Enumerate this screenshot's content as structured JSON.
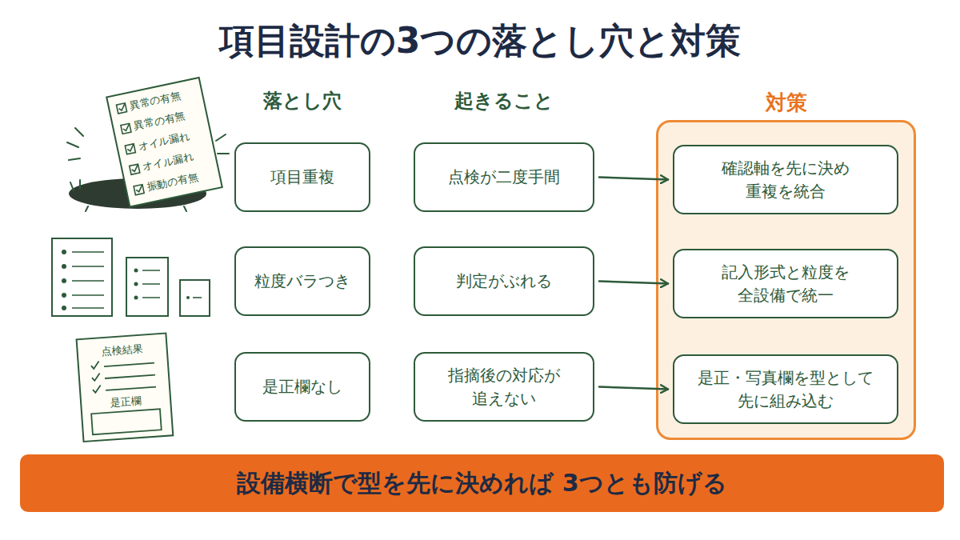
{
  "diagram": {
    "title": "項目設計の3つの落とし穴と対策",
    "nodes": [
      {
        "text": [
          "項目重複"
        ]
      },
      {
        "text": [
          "点検が二度手間"
        ]
      },
      {
        "text": [
          "対策"
        ]
      },
      {
        "text": [
          "確認軸を先に決め 重複を統合"
        ],
        "in": 2
      },
      {
        "text": [
          "粒度バラつき"
        ]
      },
      {
        "text": [
          "判定がぶれる"
        ]
      },
      {
        "text": [
          "記入形式と粒度を 全設備で統一"
        ],
        "in": 2
      },
      {
        "text": [
          "是正欄なし"
        ]
      },
      {
        "text": [
          "指摘後の対応が 追えない"
        ]
      },
      {
        "text": [
          "是正・写真欄を型として 先に組み込む"
        ],
        "in": 2
      },
      {
        "text": [
          "設備横断で型を先に決めれば 3つとも防げる"
        ]
      }
    ],
    "edges": [
      {
        "from": 1,
        "to": 3,
        "arrow": "to"
      },
      {
        "from": 5,
        "to": 6,
        "arrow": "to"
      },
      {
        "from": 8,
        "to": 9,
        "arrow": "to"
      }
    ],
    "labels": [
      "落とし穴",
      "起きること",
      "異常の有無",
      "異常の有無",
      "オイル漏れ",
      "オイル漏れ",
      "振動の有無",
      "点検結果",
      "是正欄"
    ]
  }
}
